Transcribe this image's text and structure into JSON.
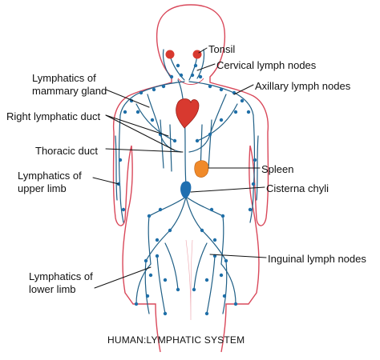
{
  "diagram": {
    "caption": "HUMAN:LYMPHATIC SYSTEM",
    "labels": {
      "tonsil": "Tonsil",
      "cervical": "Cervical lymph nodes",
      "axillary": "Axillary lymph nodes",
      "mammary": "Lymphatics of\nmammary gland",
      "right_duct": "Right lymphatic duct",
      "thoracic": "Thoracic duct",
      "spleen": "Spleen",
      "cisterna": "Cisterna chyli",
      "upper_limb": "Lymphatics of\nupper limb",
      "inguinal": "Inguinal lymph nodes",
      "lower_limb": "Lymphatics of\nlower limb"
    }
  },
  "colors": {
    "outline": "#d9485a",
    "vessel": "#1f5f86",
    "node": "#1f6fa8",
    "organ_red": "#d8392f",
    "spleen": "#f08a2a",
    "cisterna": "#1f6fb0",
    "pointer": "#111111"
  }
}
